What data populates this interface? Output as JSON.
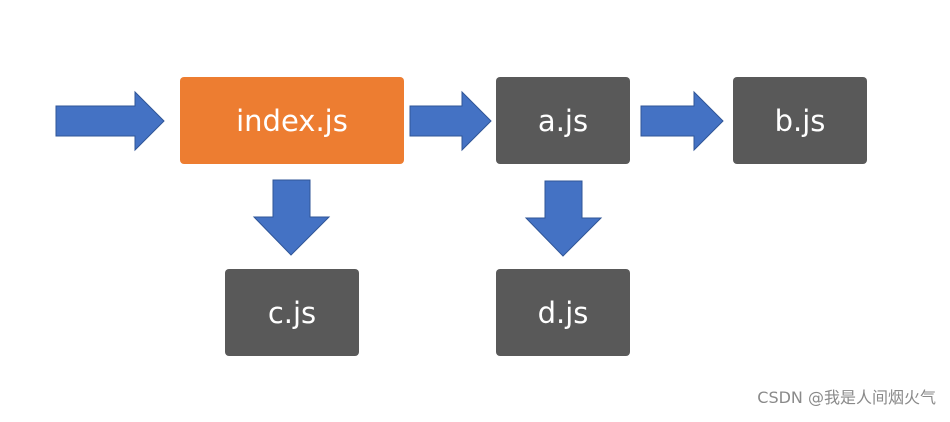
{
  "colors": {
    "arrow": "#4472c4",
    "arrow_stroke": "#2f5597",
    "node_dark": "#595959",
    "node_accent": "#ed7d31",
    "text": "#ffffff"
  },
  "nodes": {
    "index": {
      "label": "index.js"
    },
    "a": {
      "label": "a.js"
    },
    "b": {
      "label": "b.js"
    },
    "c": {
      "label": "c.js"
    },
    "d": {
      "label": "d.js"
    }
  },
  "watermark": "CSDN @我是人间烟火气"
}
